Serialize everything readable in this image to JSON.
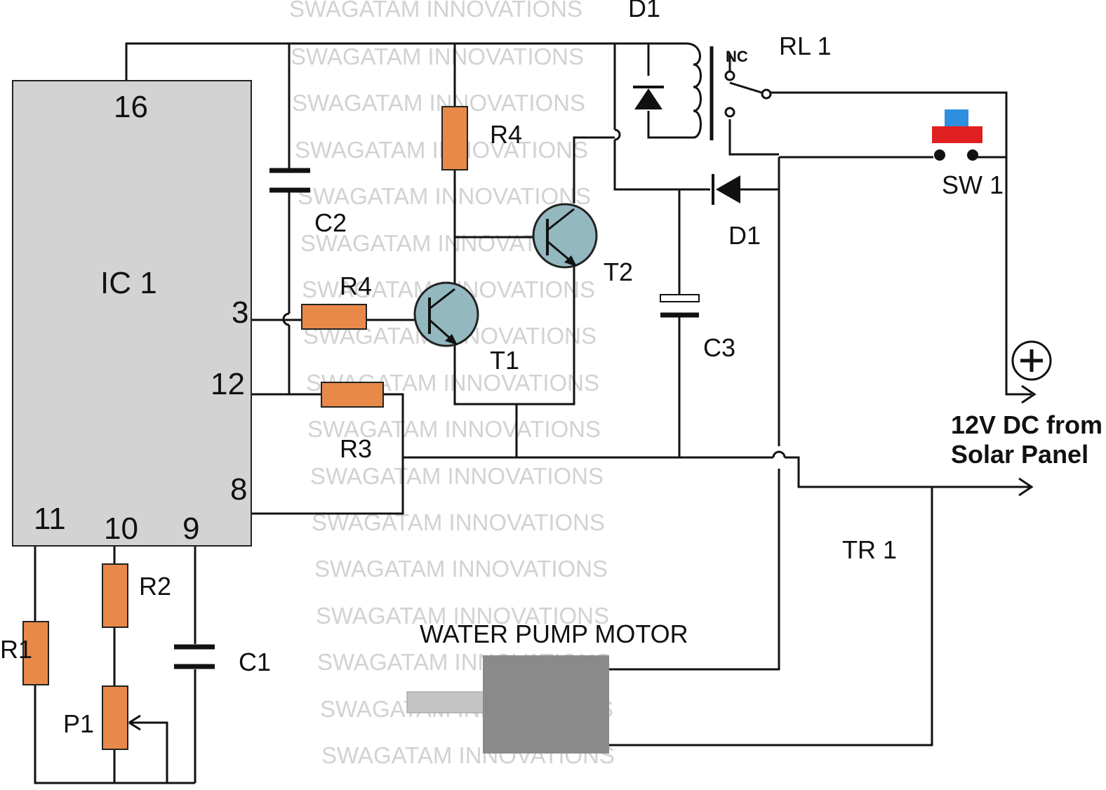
{
  "watermark": "SWAGATAM INNOVATIONS",
  "ic": {
    "title": "IC 1",
    "pins": [
      "16",
      "3",
      "12",
      "8",
      "11",
      "10",
      "9"
    ]
  },
  "labels": {
    "d1_top": "D1",
    "relay": "RL 1",
    "relay_nc": "NC",
    "r4_top": "R4",
    "c2": "C2",
    "r4_mid": "R4",
    "t2": "T2",
    "t1": "T1",
    "r3": "R3",
    "d1_mid": "D1",
    "c3": "C3",
    "sw1": "SW 1",
    "solar_line1": "12V DC from",
    "solar_line2": "Solar Panel",
    "tr1": "TR 1",
    "r2": "R2",
    "r1": "R1",
    "c1": "C1",
    "p1": "P1",
    "motor": "WATER PUMP MOTOR"
  },
  "colors": {
    "resistor": "#e8894a",
    "transistor": "#93b8c0",
    "ic_body": "#d3d3d3",
    "motor": "#8a8a8a",
    "switch_red": "#e02020",
    "switch_blue": "#2f8fdf"
  }
}
